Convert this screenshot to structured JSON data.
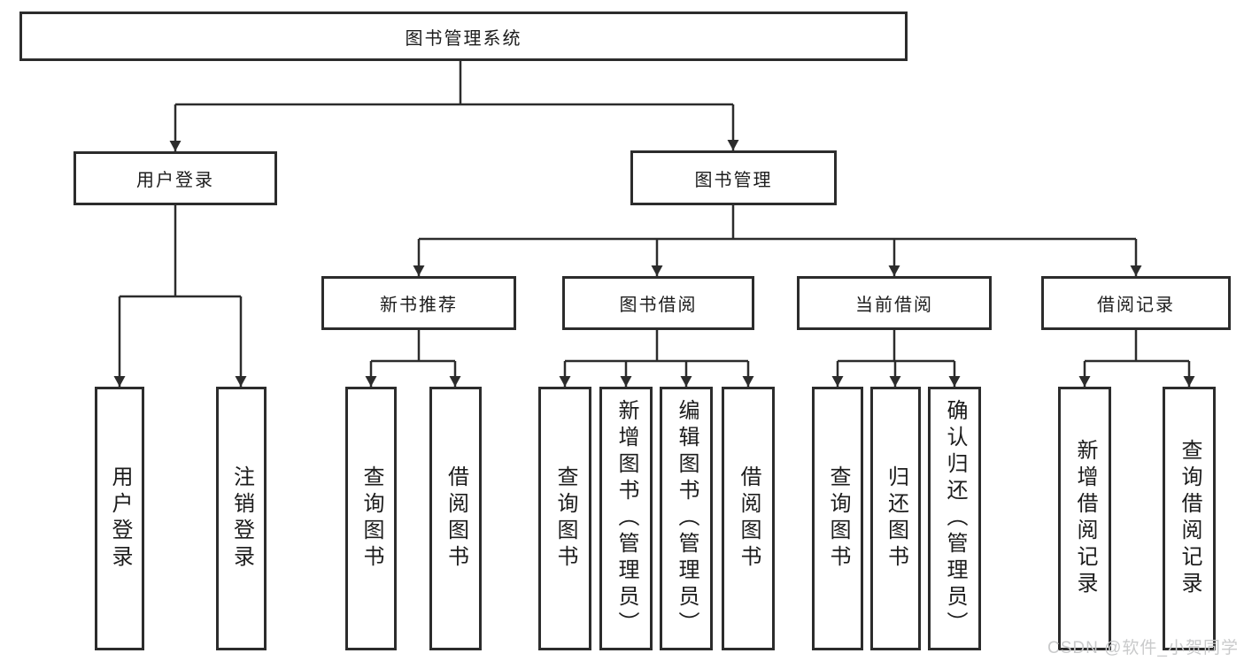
{
  "diagram": {
    "title": "图书管理系统",
    "type": "functional-structure-tree"
  },
  "nodes": {
    "root": "图书管理系统",
    "user_login": "用户登录",
    "book_management": "图书管理",
    "new_book_recommend": "新书推荐",
    "book_borrow": "图书借阅",
    "current_borrow": "当前借阅",
    "borrow_records": "借阅记录"
  },
  "leaves": [
    {
      "parent": "用户登录",
      "label": "用户登录"
    },
    {
      "parent": "用户登录",
      "label": "注销登录"
    },
    {
      "parent": "新书推荐",
      "label": "查询图书"
    },
    {
      "parent": "新书推荐",
      "label": "借阅图书"
    },
    {
      "parent": "图书借阅",
      "label": "查询图书"
    },
    {
      "parent": "图书借阅",
      "label": "新增图书（管理员）"
    },
    {
      "parent": "图书借阅",
      "label": "编辑图书（管理员）"
    },
    {
      "parent": "图书借阅",
      "label": "借阅图书"
    },
    {
      "parent": "当前借阅",
      "label": "查询图书"
    },
    {
      "parent": "当前借阅",
      "label": "归还图书"
    },
    {
      "parent": "当前借阅",
      "label": "确认归还（管理员）"
    },
    {
      "parent": "借阅记录",
      "label": "新增借阅记录"
    },
    {
      "parent": "借阅记录",
      "label": "查询借阅记录"
    }
  ],
  "watermark": "CSDN @软件_小贺同学",
  "colors": {
    "line": "#2c2c2c",
    "box_border": "#2c2c2c",
    "box_fill": "#ffffff",
    "text": "#1c1c1c",
    "watermark": "#c9cacb",
    "background": "#ffffff"
  }
}
